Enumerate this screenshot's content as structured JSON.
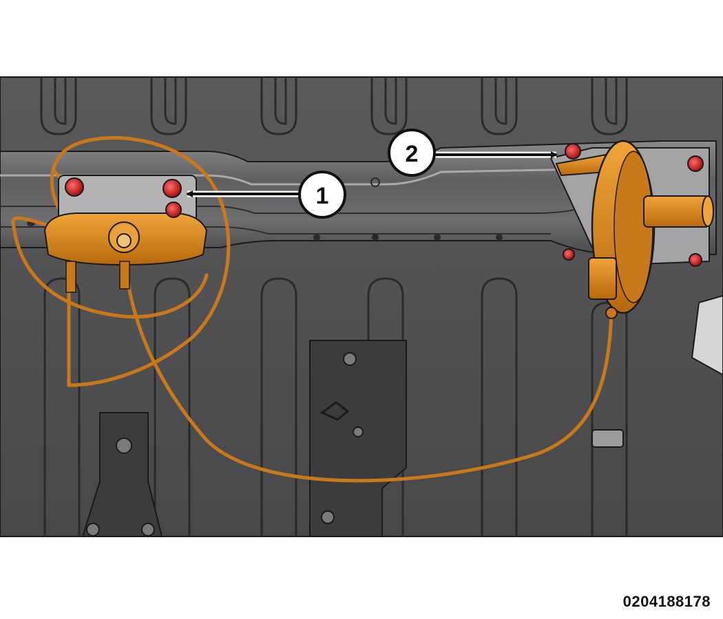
{
  "callouts": [
    {
      "label": "1",
      "target": "hoist-mounting-bolts"
    },
    {
      "label": "2",
      "target": "guide-bracket-bolts"
    }
  ],
  "figure_id": "0204188178",
  "colors": {
    "background_panel": "#4d4d4f",
    "crossmember": "#6b6b6e",
    "hoist_component": "#d98a1e",
    "bolt": "#c61b1b",
    "callout_circle": "#ffffff"
  }
}
